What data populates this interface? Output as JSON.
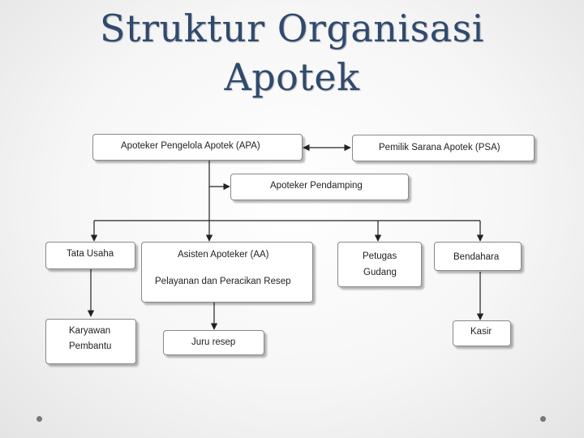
{
  "title": {
    "line1": "Struktur Organisasi",
    "line2": "Apotek"
  },
  "nodes": {
    "apa": "Apoteker Pengelola Apotek (APA)",
    "psa": "Pemilik Sarana Apotek (PSA)",
    "pendamping": "Apoteker Pendamping",
    "tata_usaha": "Tata Usaha",
    "asisten": "Asisten Apoteker (AA)",
    "pelayanan": "Pelayanan dan Peracikan Resep",
    "petugas": "Petugas",
    "gudang": "Gudang",
    "bendahara": "Bendahara",
    "karyawan": "Karyawan",
    "pembantu": "Pembantu",
    "juru_resep": "Juru resep",
    "kasir": "Kasir"
  }
}
